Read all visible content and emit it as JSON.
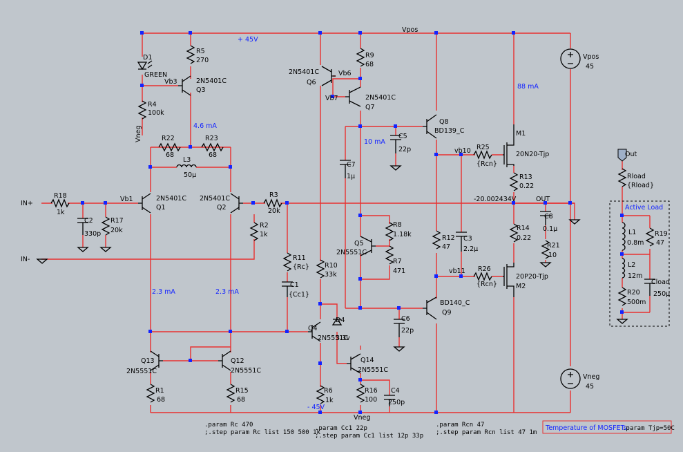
{
  "supply": {
    "pos_net": "Vpos",
    "pos_label": "+ 45V",
    "neg_net": "Vneg",
    "neg_label": "- 45V",
    "vpos_name": "Vpos",
    "vpos_value": "45",
    "vneg_name": "Vneg",
    "vneg_value": "45"
  },
  "inputs": {
    "in_plus": "IN+",
    "in_minus": "IN-"
  },
  "output": {
    "net": "OUT",
    "voltage": "-20.002434V"
  },
  "currents": {
    "i_q3": "4.6 mA",
    "i_q1": "2.3 mA",
    "i_q2": "2.3 mA",
    "i_q7": "10 mA",
    "i_m1": "88 mA"
  },
  "nets": {
    "vb1": "Vb1",
    "vb3": "Vb3",
    "vb6": "Vb6",
    "vb7": "Vb7",
    "vb10": "vb10",
    "vb11": "vb11",
    "vneg_r4": "Vneg"
  },
  "components": {
    "d1": {
      "name": "D1",
      "value": "GREEN"
    },
    "r5": {
      "name": "R5",
      "value": "270"
    },
    "q3": {
      "name": "Q3",
      "value": "2N5401C"
    },
    "r4": {
      "name": "R4",
      "value": "100k"
    },
    "r22": {
      "name": "R22",
      "value": "68"
    },
    "r23": {
      "name": "R23",
      "value": "68"
    },
    "l3": {
      "name": "L3",
      "value": "50µ"
    },
    "r18": {
      "name": "R18",
      "value": "1k"
    },
    "c2": {
      "name": "C2",
      "value": "330p"
    },
    "r17": {
      "name": "R17",
      "value": "20k"
    },
    "q1": {
      "name": "Q1",
      "value": "2N5401C"
    },
    "q2": {
      "name": "Q2",
      "value": "2N5401C"
    },
    "r3": {
      "name": "R3",
      "value": "20k"
    },
    "r2": {
      "name": "R2",
      "value": "1k"
    },
    "r11": {
      "name": "R11",
      "value": "{Rc}"
    },
    "c1": {
      "name": "C1",
      "value": "{Cc1}"
    },
    "q6": {
      "name": "Q6",
      "value": "2N5401C"
    },
    "r9": {
      "name": "R9",
      "value": "68"
    },
    "q7": {
      "name": "Q7",
      "value": "2N5401C"
    },
    "c7": {
      "name": "C7",
      "value": "1µ"
    },
    "c5": {
      "name": "C5",
      "value": "22p"
    },
    "q8": {
      "name": "Q8",
      "value": "BD139_C"
    },
    "r8": {
      "name": "R8",
      "value": "1.18k"
    },
    "q5": {
      "name": "Q5",
      "value": "2N5551C"
    },
    "r7": {
      "name": "R7",
      "value": "471"
    },
    "r10": {
      "name": "R10",
      "value": "33k"
    },
    "q4": {
      "name": "Q4",
      "value": "2N5551C"
    },
    "d4": {
      "name": "D4",
      "value": "3.3v"
    },
    "q14": {
      "name": "Q14",
      "value": "2N5551C"
    },
    "r6": {
      "name": "R6",
      "value": "1k"
    },
    "r16": {
      "name": "R16",
      "value": "100"
    },
    "c4": {
      "name": "C4",
      "value": "250p"
    },
    "c6": {
      "name": "C6",
      "value": "22p"
    },
    "q9": {
      "name": "Q9",
      "value": "BD140_C"
    },
    "r12": {
      "name": "R12",
      "value": "47"
    },
    "c3": {
      "name": "C3",
      "value": "2.2µ"
    },
    "r25": {
      "name": "R25",
      "value": "{Rcn}"
    },
    "r26": {
      "name": "R26",
      "value": "{Rcn}"
    },
    "m1": {
      "name": "M1",
      "value": "20N20-Tjp"
    },
    "m2": {
      "name": "M2",
      "value": "20P20-Tjp"
    },
    "r13": {
      "name": "R13",
      "value": "0.22"
    },
    "r14": {
      "name": "R14",
      "value": "0.22"
    },
    "c8": {
      "name": "C8",
      "value": "0.1µ"
    },
    "r21": {
      "name": "R21",
      "value": "10"
    },
    "q13": {
      "name": "Q13",
      "value": "2N5551C"
    },
    "q12": {
      "name": "Q12",
      "value": "2N5551C"
    },
    "r1": {
      "name": "R1",
      "value": "68"
    },
    "r15": {
      "name": "R15",
      "value": "68"
    },
    "rload": {
      "name": "Rload",
      "value": "{Rload}"
    },
    "l1": {
      "name": "L1",
      "value": "0.8m"
    },
    "r19": {
      "name": "R19",
      "value": "47"
    },
    "l2": {
      "name": "L2",
      "value": "12m"
    },
    "r20": {
      "name": "R20",
      "value": "500m"
    },
    "cload": {
      "name": "Cload",
      "value": "250µ"
    }
  },
  "active_load": {
    "title": "Active Load",
    "port": "Out"
  },
  "directives": {
    "rc_param": ".param Rc 470",
    "rc_step": ";.step param Rc list 150 500 1k",
    "cc1_param": ".param Cc1 22p",
    "cc1_step": ";.step param Cc1 list 12p 33p",
    "rcn_param": ".param Rcn 47",
    "rcn_step": ";.step param Rcn list 47 1m",
    "temp_label": "Temperature of MOSFETs:",
    "temp_param": ".param Tjp=50C"
  },
  "colors": {
    "wire": "#e83030",
    "junction": "#1424ff",
    "annotation": "#1424ff",
    "background": "#c0c6cc"
  }
}
